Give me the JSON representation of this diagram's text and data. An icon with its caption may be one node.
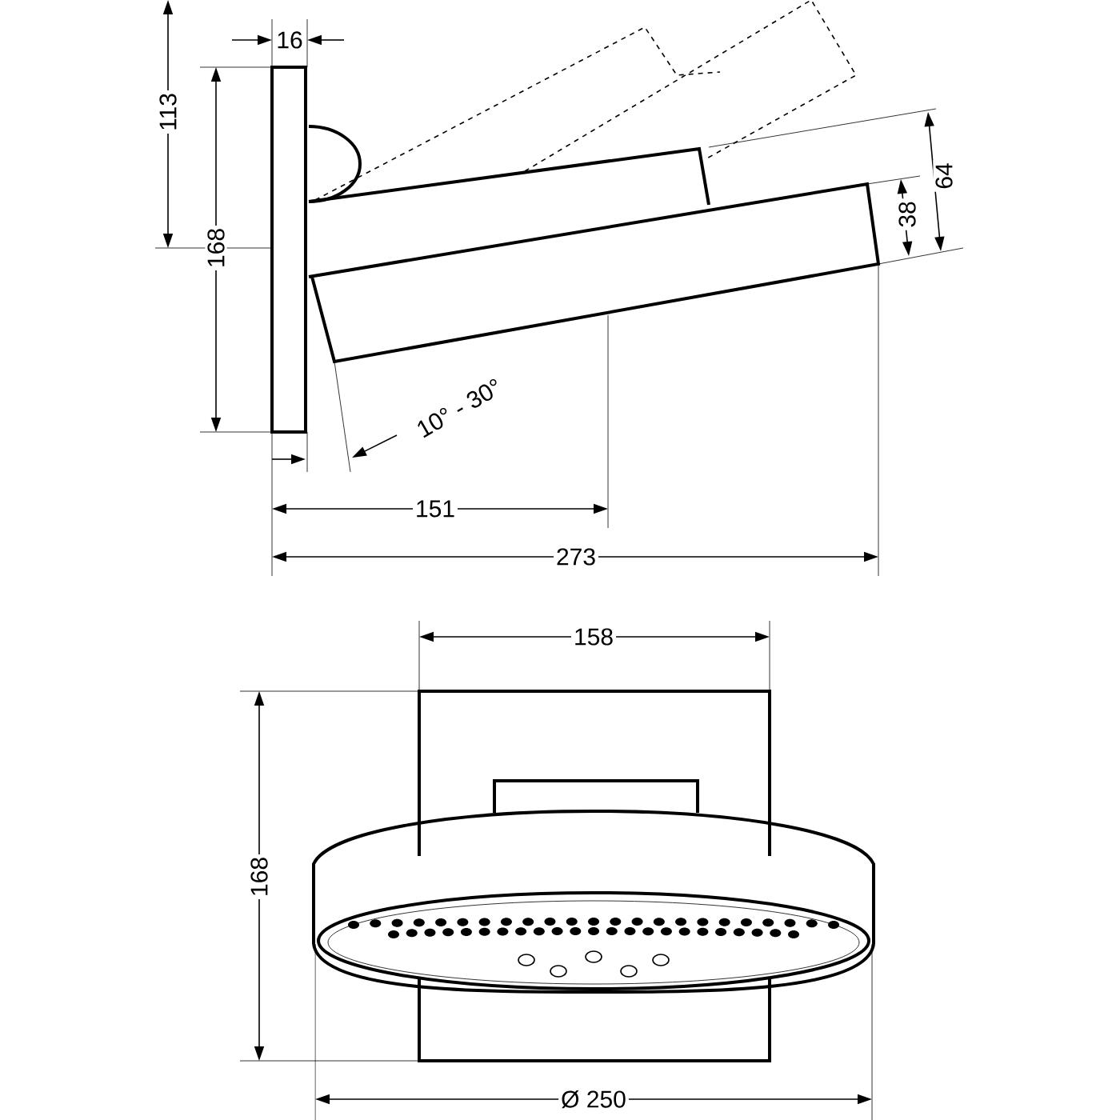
{
  "diagram": {
    "labels": [
      "16",
      "113",
      "168",
      "64",
      "38",
      "10° - 30°",
      "151",
      "273",
      "158",
      "168",
      "Ø 250"
    ]
  }
}
